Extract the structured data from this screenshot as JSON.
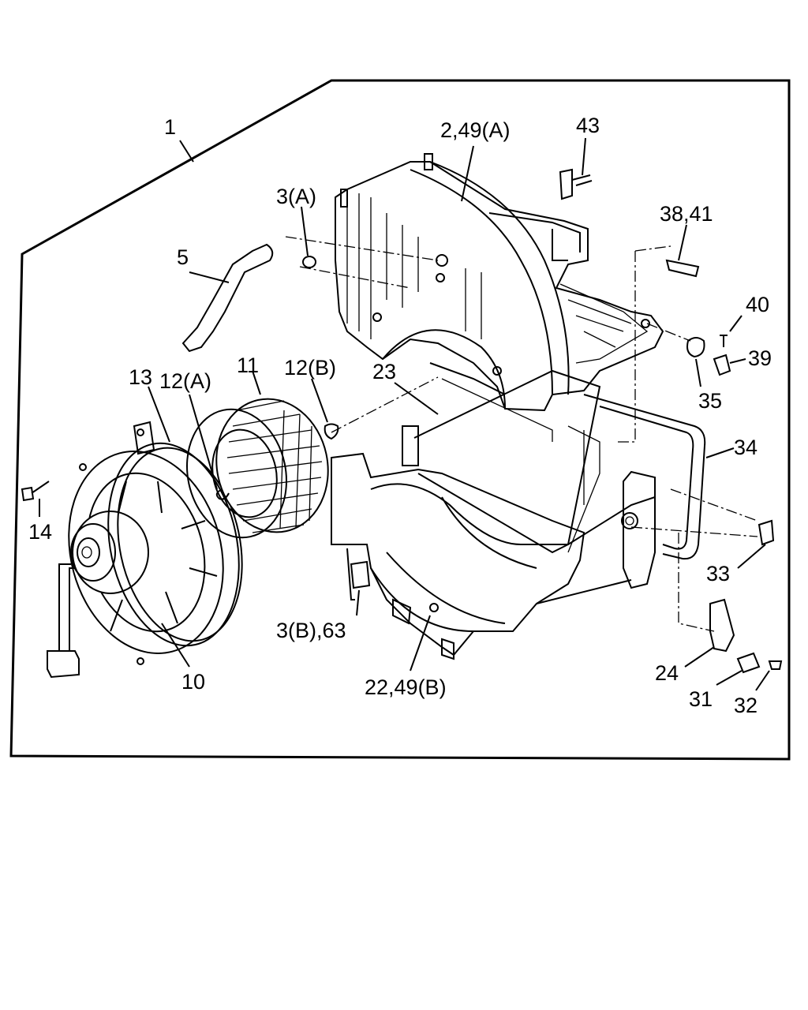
{
  "labels": {
    "l1": "1",
    "l2_49a": "2,49(A)",
    "l43": "43",
    "l3a": "3(A)",
    "l38_41": "38,41",
    "l5": "5",
    "l40": "40",
    "l39": "39",
    "l11": "11",
    "l12b": "12(B)",
    "l23": "23",
    "l13": "13",
    "l12a": "12(A)",
    "l35": "35",
    "l34": "34",
    "l14": "14",
    "l33": "33",
    "l3b_63": "3(B),63",
    "l10": "10",
    "l22_49b": "22,49(B)",
    "l24": "24",
    "l31": "31",
    "l32": "32"
  }
}
